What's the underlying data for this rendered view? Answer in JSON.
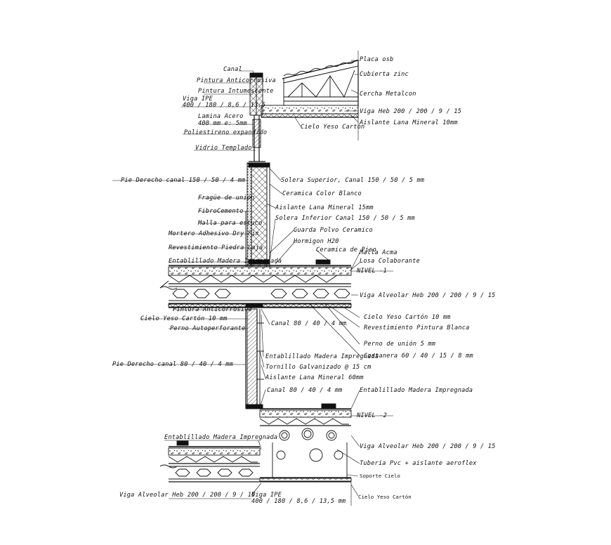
{
  "colors": {
    "line": "#111111",
    "background": "#ffffff",
    "fill_black": "#111111"
  },
  "labels": {
    "canal": "Canal",
    "pintura_anticorrosiva_top": "Pintura Anticorrosiva",
    "pintura_intumescente": "Pintura Intumescente",
    "viga_ipe_top": "Viga IPE",
    "viga_ipe_top_dims": "400 / 180 / 8,6 / 13,5",
    "lamina_acero": "Lamina Acero",
    "lamina_acero_dims": "400 mm e: 5mm",
    "poliestireno": "Poliestireno expandido",
    "vidrio_templado": "Vidrio Templado",
    "placa_osb": "Placa osb",
    "cubierta_zinc": "Cubierta zinc",
    "cercha_metalcon": "Cercha Metalcon",
    "viga_heb_top": "Viga Heb 200 / 200 / 9 / 15",
    "cielo_yeso_carton_top": "Cielo Yeso Cartón",
    "aislante_lana_10": "Aislante Lana Mineral 10mm",
    "pie_derecho_canal_150": "Pie Derecho canal 150 / 50 / 4  mm",
    "solera_superior": "Solera Superior, Canal 150 / 50 / 5 mm",
    "ceramica_color_blanco": "Ceramica Color Blanco",
    "fragüe_de_union": "Fragüe de unión",
    "fibrocemento": "FibroCemento",
    "aislante_lana_15": "Aislante Lana Mineral 15mm",
    "solera_inferior": "Solera Inferior Canal 150 / 50 / 5 mm",
    "malla_estuco": "Malla para estuco",
    "mortero_adhesivo": "Mortero Adhesivo Dry Fix",
    "guarda_polvo": "Guarda Polvo Ceramico",
    "hormigon_h20": "Hormigon H20",
    "revestimiento_piedra": "Revestimiento Piedra Laja",
    "ceramica_de_piso": "Ceramica de Piso",
    "malla_acma": "Malla Acma",
    "entablillado_1": "Entablillado Madera Impregnada",
    "losa_colaborante": "Losa Colaborante",
    "nivel_1": "NIVEL -1",
    "viga_alveolar_1": "Viga Alveolar Heb 200 / 200 / 9 / 15",
    "pintura_anticorrosiva_mid": "Pintura Anticorrosiva",
    "cielo_yeso_carton_10_left": "Cielo Yeso Cartón 10 mm",
    "canal_80_a": "Canal 80 / 40 / 4  mm",
    "cielo_yeso_carton_10_right": "Cielo Yeso Cartón 10 mm",
    "perno_autoperforante": "Perno Autoperforante",
    "revestimiento_pintura": "Revestimiento Pintura Blanca",
    "perno_union": "Perno de unión 5 mm",
    "entablillado_2": "Entablillado Madera Impregnada",
    "costanera": "Costanera 60 / 40 / 15 / 8 mm",
    "pie_derecho_canal_80": "Pie Derecho canal 80  / 40 / 4  mm",
    "tornillo": "Tornillo Galvanizado @ 15 cm",
    "aislante_lana_60": "Aislante Lana Mineral 60mm",
    "canal_80_b": "Canal 80 / 40 / 4  mm",
    "entablillado_3": "Entablillado Madera Impregnada",
    "nivel_2": "NIVEL -2",
    "entablillado_4": "Entablillado Madera Impregnada",
    "viga_alveolar_2": "Viga Alveolar Heb 200 / 200 / 9 / 15",
    "tuberia_pvc": "Tubería Pvc + aislante aeroflex",
    "soporte_cielo": "Soporte Cielo",
    "viga_alveolar_3": "Viga Alveolar Heb 200 / 200 / 9 / 15",
    "viga_ipe_bottom": "Viga IPE",
    "viga_ipe_bottom_dims": "400 / 180 / 8,6 / 13,5  mm",
    "cielo_yeso_carton_bottom": "Cielo Yeso Cartón"
  }
}
